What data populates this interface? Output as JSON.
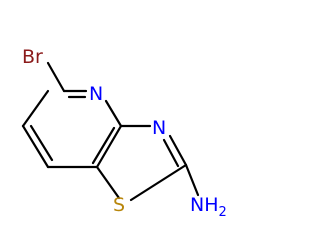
{
  "molecule": {
    "atoms": {
      "br": {
        "symbol": "Br",
        "color": "#8b1a1a"
      },
      "n_pyridine": {
        "symbol": "N",
        "color": "#0000ff"
      },
      "n_thiazole": {
        "symbol": "N",
        "color": "#0000ff"
      },
      "s": {
        "symbol": "S",
        "color": "#b8860b"
      },
      "nh2": {
        "symbol": "NH",
        "subscript": "2",
        "color": "#0000ff"
      }
    },
    "bond_color": "#000000"
  }
}
